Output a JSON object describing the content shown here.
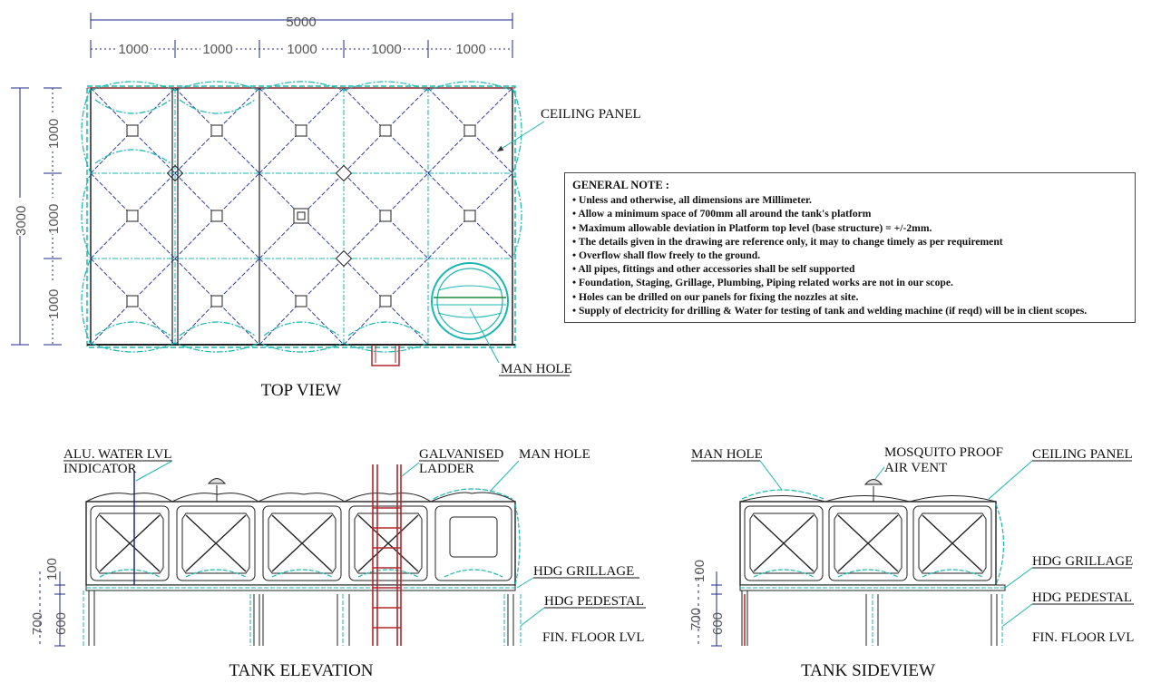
{
  "top_view": {
    "title": "TOP VIEW",
    "overall_width": "5000",
    "segment_widths": [
      "1000",
      "1000",
      "1000",
      "1000",
      "1000"
    ],
    "overall_height": "3000",
    "segment_heights": [
      "1000",
      "1000",
      "1000"
    ],
    "callout_ceiling_panel": "CEILING PANEL",
    "callout_man_hole": "MAN HOLE"
  },
  "general_note": {
    "heading": "GENERAL NOTE :",
    "items": [
      "• Unless and otherwise, all dimensions are Millimeter.",
      "• Allow a minimum space of 700mm all around the tank's platform",
      "• Maximum allowable deviation in Platform top level (base structure) = +/-2mm.",
      "• The details given in the drawing are reference only, it may to change timely as per requirement",
      "• Overflow shall flow freely to the ground.",
      "• All pipes, fittings and other accessories shall be self supported",
      "• Foundation, Staging, Grillage,  Plumbing, Piping related works are not in our scope.",
      "• Holes can be drilled on our panels for fixing the nozzles at site.",
      "• Supply of electricity for drilling & Water for testing of tank and welding machine (if reqd) will be in client scopes."
    ]
  },
  "elevation": {
    "title": "TANK ELEVATION",
    "callout_water_lvl_1": "ALU. WATER LVL",
    "callout_water_lvl_2": "INDICATOR",
    "callout_ladder_1": "GALVANISED",
    "callout_ladder_2": "LADDER",
    "callout_man_hole": "MAN HOLE",
    "callout_grillage": "HDG GRILLAGE",
    "callout_pedestal": "HDG PEDESTAL",
    "callout_floor": "FIN. FLOOR LVL",
    "dim_100": "100",
    "dim_700": "700",
    "dim_600": "600"
  },
  "sideview": {
    "title": "TANK SIDEVIEW",
    "callout_man_hole": "MAN HOLE",
    "callout_vent_1": "MOSQUITO PROOF",
    "callout_vent_2": "AIR VENT",
    "callout_ceiling": "CEILING PANEL",
    "callout_grillage": "HDG GRILLAGE",
    "callout_pedestal": "HDG PEDESTAL",
    "callout_floor": "FIN. FLOOR LVL",
    "dim_100": "100",
    "dim_700": "700",
    "dim_600": "600"
  },
  "colors": {
    "cyan": "#19b7b0",
    "navy": "#1c2b8a",
    "red": "#b3262b",
    "dark": "#222222",
    "grey_dim": "#666666"
  }
}
